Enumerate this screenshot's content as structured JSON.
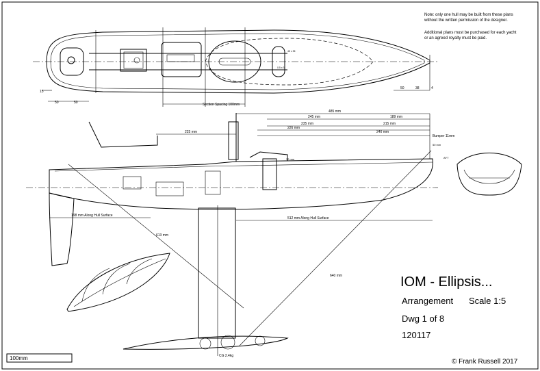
{
  "notes": {
    "line1": "Note: only one hull may be built from these plans",
    "line2": "without the written permission of the designer.",
    "line3": "Additional plans must be purchased for each yacht",
    "line4": "or an agreed royalty must be paid."
  },
  "title_block": {
    "title": "IOM - Ellipsis...",
    "subtitle": "Arrangement",
    "scale": "Scale 1:5",
    "drawing": "Dwg 1 of 8",
    "date": "120117",
    "copyright": "© Frank Russell 2017"
  },
  "scale_bar": {
    "label": "100mm"
  },
  "plan_dims": {
    "section_spacing": "Section Spacing 100mm",
    "d15": "15",
    "d50a": "50",
    "d50b": "50",
    "d50c": "50",
    "d38": "38",
    "d4": "4",
    "small1": "45 x 35",
    "small2": "0.5 x 3"
  },
  "profile_dims": {
    "d485": "485 mm",
    "d245": "245 mm",
    "d189": "189 mm",
    "d235": "235 mm",
    "d226a": "226 mm",
    "d215": "215 mm",
    "d240": "240 mm",
    "d225": "225 mm",
    "bumper": "Bumper 11mm",
    "fwd": "50 mm",
    "d32": "32 mm",
    "along1": "198 mm Along Hull Surface",
    "along2": "512 mm Along Hull Surface",
    "d613": "613 mm",
    "d640": "640 mm",
    "cg": "CG 2.4kg",
    "aft": "AFT"
  }
}
